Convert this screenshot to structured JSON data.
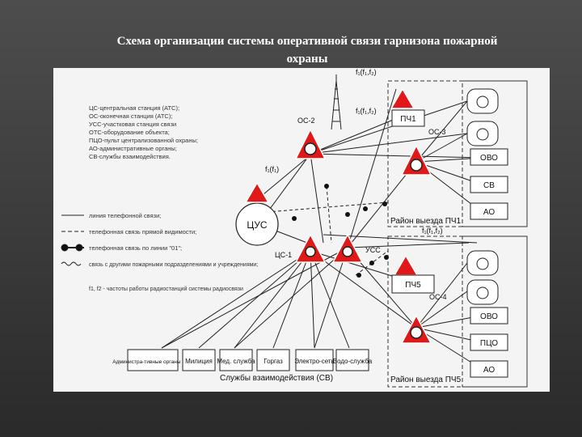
{
  "title": {
    "line1": "Схема организации системы оперативной связи гарнизона пожарной",
    "line2": "охраны"
  },
  "legend_top": [
    "ЦС-центральная станция (АТС);",
    "ОС-оконечная станция (АТС);",
    "УСС-участковая станция связи",
    "ОТС-оборудование объекта;",
    "ПЦО-пульт централизованной охраны;",
    "АО-административные органы;",
    "СВ-службы взаимодействия."
  ],
  "legend_lines": [
    "линия телефонной связи;",
    "телефонная связь прямой видимости;",
    "телефонная связь по линии \"01\";",
    "связь с другими пожарными подразделениями и учреждениями;",
    "f1, f2 - частоты работы радиостанций системы радиосвязи"
  ],
  "nodes": {
    "cus": "ЦУС",
    "cs": "ЦС-1",
    "uss": "УСС",
    "os2": "ОС-2",
    "os3": "ОС-3",
    "os4": "ОС-4",
    "pch1": "ПЧ1",
    "pch5": "ПЧ5"
  },
  "freqs": {
    "top": "f₁(f₁,f₂)",
    "mid": "f₁(f₁,f₂)",
    "left": "f₁(f₁)",
    "low": "f₁(f₁,f₂)"
  },
  "district1": {
    "label": "Район выезда ПЧ1",
    "boxes": [
      "ОВО",
      "СВ",
      "АО"
    ]
  },
  "district5": {
    "label": "Район выезда ПЧ5",
    "boxes": [
      "ОВО",
      "ПЦО",
      "АО"
    ]
  },
  "services": {
    "label": "Службы взаимодействия (СВ)",
    "items": [
      "Администра-тивные органы (АО)",
      "Милиция",
      "Мед. служба",
      "Горгаз",
      "Электро-сеть",
      "Водо-служба"
    ]
  },
  "colors": {
    "triangle": "#e01818",
    "background": "#3e3e3e",
    "box": "#ffffff"
  }
}
